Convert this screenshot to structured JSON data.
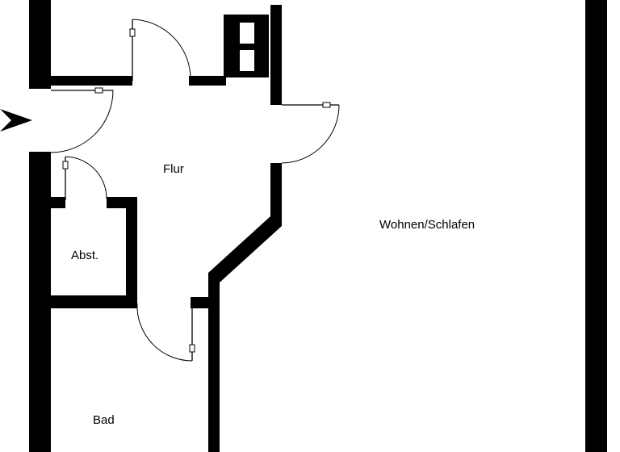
{
  "rooms": {
    "flur": "Flur",
    "wohnen_schlafen": "Wohnen/Schlafen",
    "abstellraum": "Abst.",
    "bad": "Bad"
  },
  "entrance_marker_icon": "arrowhead-icon",
  "colors": {
    "walls": "#000000",
    "background": "#ffffff"
  }
}
